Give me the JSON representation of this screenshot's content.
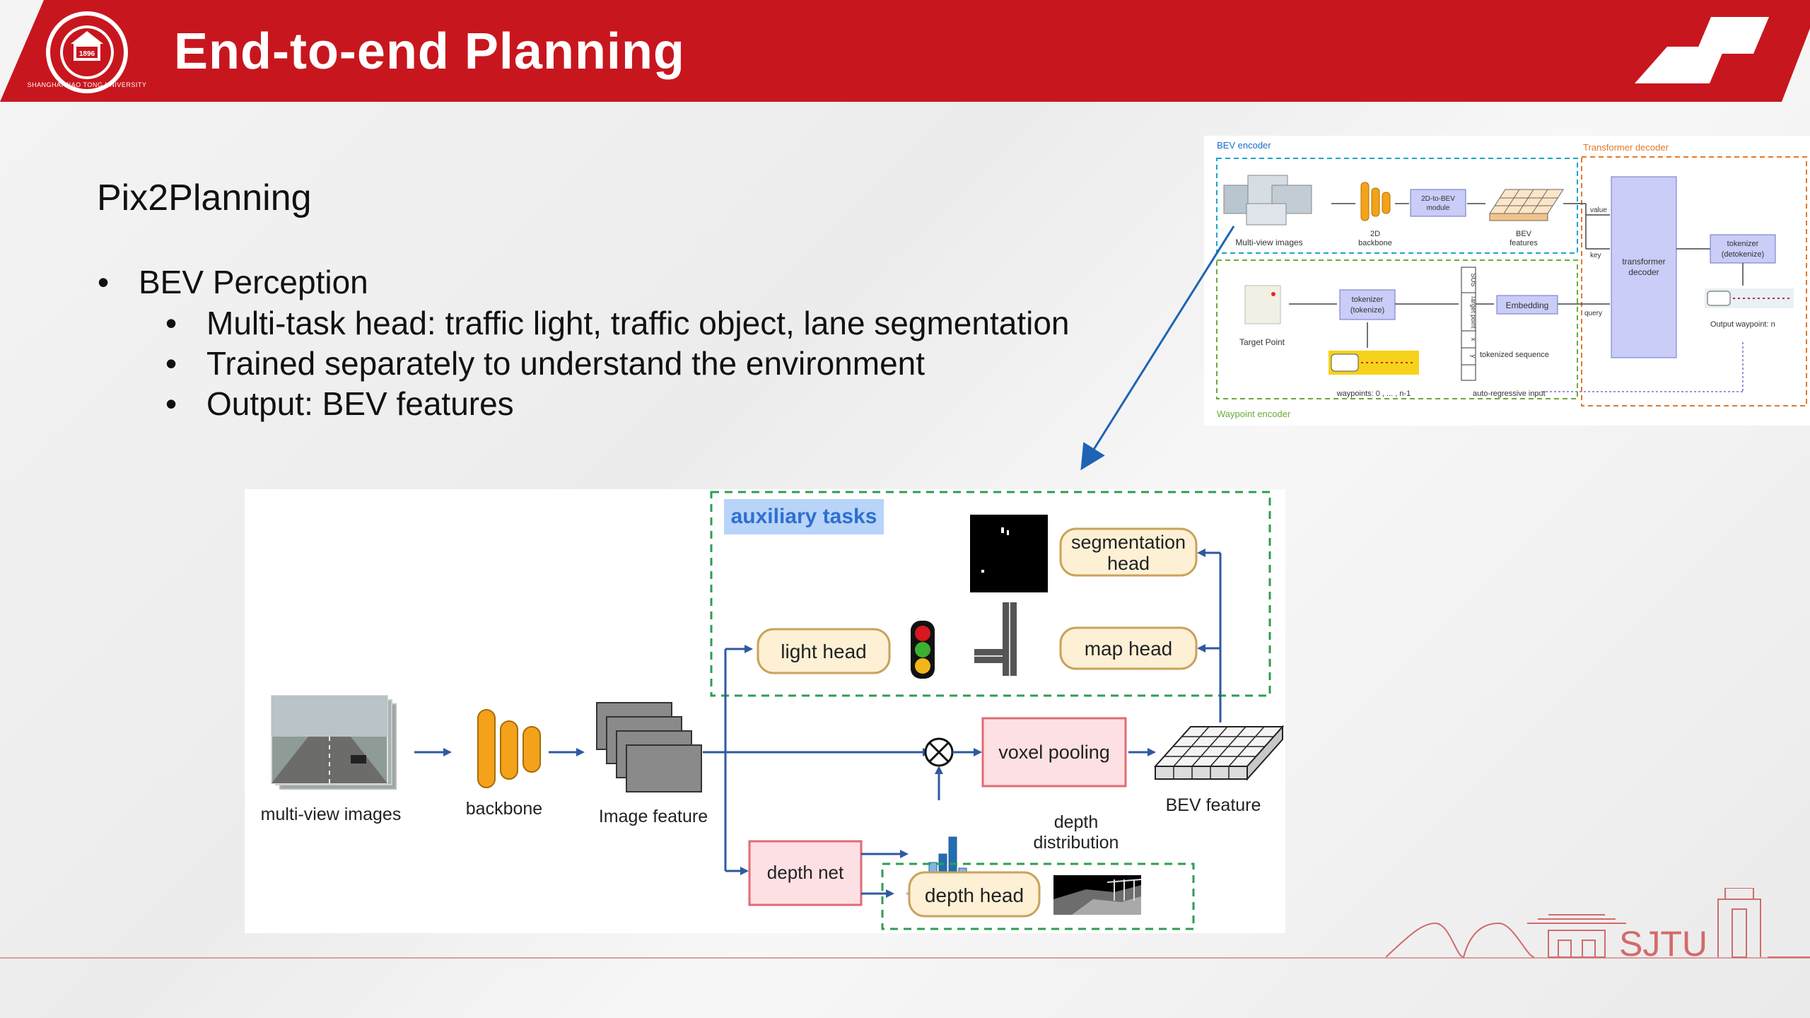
{
  "header": {
    "title": "End-to-end Planning",
    "accent_color": "#c8161e",
    "logo": {
      "name": "university-seal",
      "seal_text": "SHANGHAI JIAO TONG UNIVERSITY",
      "seal_year": "1896"
    }
  },
  "content": {
    "subtitle": "Pix2Planning",
    "bullets": [
      {
        "text": "BEV Perception",
        "sub": [
          "Multi-task head: traffic light, traffic object, lane segmentation",
          "Trained separately to understand the environment",
          "Output: BEV features"
        ]
      }
    ]
  },
  "ref_diagram": {
    "bev_encoder": "BEV encoder",
    "transformer_decoder": "Transformer decoder",
    "waypoint_encoder": "Waypoint encoder",
    "multi_view_images": "Multi-view images",
    "backbone_2d": "2D backbone",
    "module_2d_to_bev": "2D-to-BEV module",
    "bev_features": "BEV features",
    "value": "value",
    "key": "key",
    "query": "query",
    "transformer_decoder_box": "transformer decoder",
    "tokenizer_detokenize": "tokenizer (detokenize)",
    "output_waypoint": "Output waypoint: n",
    "target_point": "Target Point",
    "tokenizer_tokenize": "tokenizer (tokenize)",
    "embedding": "Embedding",
    "tokenized_sequence": "tokenized sequence",
    "seq_tokens": [
      "SOS",
      "Target point",
      "x",
      "y"
    ],
    "waypoints": "waypoints: 0 , ... , n-1",
    "auto_regressive": "auto-regressive input"
  },
  "main_diagram": {
    "auxiliary_tasks": "auxiliary tasks",
    "segmentation_head": "segmentation head",
    "map_head": "map head",
    "light_head": "light head",
    "multi_view_images": "multi-view images",
    "backbone": "backbone",
    "image_feature": "Image feature",
    "voxel_pooling": "voxel pooling",
    "bev_feature": "BEV feature",
    "depth_distribution": "depth distribution",
    "depth_net": "depth net",
    "depth_head": "depth head",
    "colors": {
      "head_fill": "#fdf0d5",
      "head_stroke": "#c9a25c",
      "pink_fill": "#fde0e3",
      "pink_stroke": "#e06b76",
      "green_dash": "#2e9e4f",
      "arrow": "#2d5aa0",
      "orange": "#f3a21a",
      "aux_label_bg": "#b8d4f8",
      "aux_label_fg": "#2f6fd0"
    },
    "depth_bars": [
      0.18,
      0.32,
      0.55,
      0.7,
      1.0,
      0.45,
      0.3,
      0.2,
      0.12
    ]
  },
  "footer": {
    "logo_text": "SJTU"
  }
}
